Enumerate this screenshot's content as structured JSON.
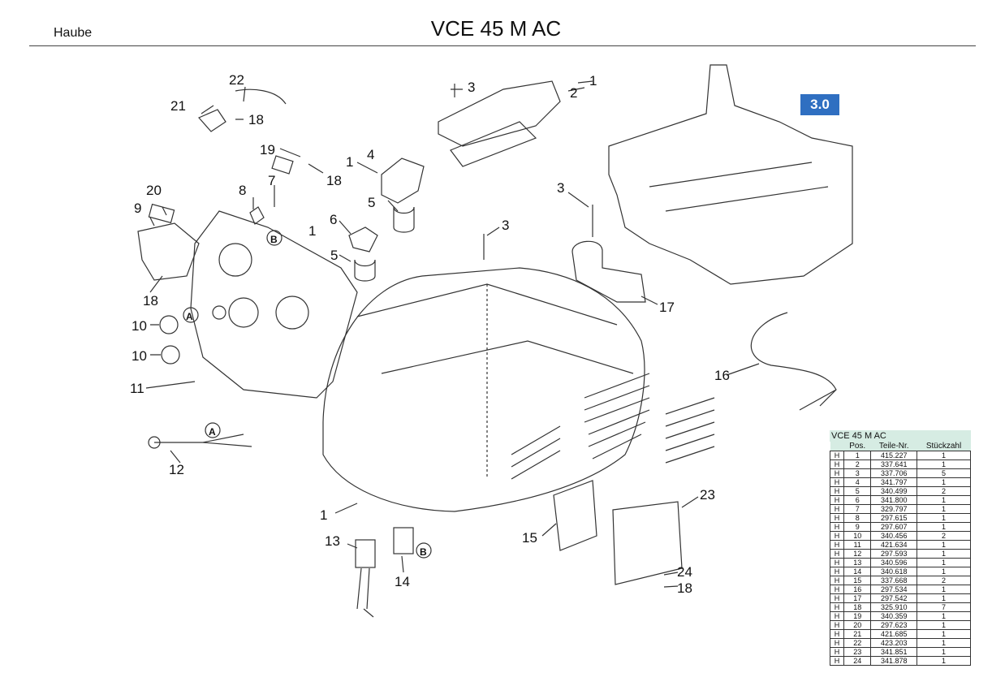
{
  "header": {
    "section": "Haube",
    "title": "VCE 45 M AC"
  },
  "diagram": {
    "badge": "3.0",
    "callouts": [
      {
        "id": "c22",
        "label": "22"
      },
      {
        "id": "c21",
        "label": "21"
      },
      {
        "id": "c18a",
        "label": "18"
      },
      {
        "id": "c19",
        "label": "19"
      },
      {
        "id": "c18b",
        "label": "18"
      },
      {
        "id": "c7",
        "label": "7"
      },
      {
        "id": "c8",
        "label": "8"
      },
      {
        "id": "c20",
        "label": "20"
      },
      {
        "id": "c9",
        "label": "9"
      },
      {
        "id": "c1a",
        "label": "1"
      },
      {
        "id": "c4",
        "label": "4"
      },
      {
        "id": "c5a",
        "label": "5"
      },
      {
        "id": "c6",
        "label": "6"
      },
      {
        "id": "c1b",
        "label": "1"
      },
      {
        "id": "c5b",
        "label": "5"
      },
      {
        "id": "c18c",
        "label": "18"
      },
      {
        "id": "c10a",
        "label": "10"
      },
      {
        "id": "c10b",
        "label": "10"
      },
      {
        "id": "c11",
        "label": "11"
      },
      {
        "id": "c12",
        "label": "12"
      },
      {
        "id": "c3a",
        "label": "3"
      },
      {
        "id": "c2",
        "label": "2"
      },
      {
        "id": "c1c",
        "label": "1"
      },
      {
        "id": "c3b",
        "label": "3"
      },
      {
        "id": "c3c",
        "label": "3"
      },
      {
        "id": "c17",
        "label": "17"
      },
      {
        "id": "c16",
        "label": "16"
      },
      {
        "id": "c1d",
        "label": "1"
      },
      {
        "id": "c13",
        "label": "13"
      },
      {
        "id": "c14",
        "label": "14"
      },
      {
        "id": "c15",
        "label": "15"
      },
      {
        "id": "c23",
        "label": "23"
      },
      {
        "id": "c24",
        "label": "24"
      },
      {
        "id": "c18d",
        "label": "18"
      }
    ],
    "markers": [
      {
        "id": "mA1",
        "label": "A"
      },
      {
        "id": "mB1",
        "label": "B"
      },
      {
        "id": "mA2",
        "label": "A"
      },
      {
        "id": "mB2",
        "label": "B"
      }
    ]
  },
  "parts_table": {
    "title": "VCE 45 M AC",
    "columns": [
      "",
      "Pos.",
      "Teile-Nr.",
      "Stückzahl"
    ],
    "rows": [
      [
        "H",
        "1",
        "415.227",
        "1"
      ],
      [
        "H",
        "2",
        "337.641",
        "1"
      ],
      [
        "H",
        "3",
        "337.706",
        "5"
      ],
      [
        "H",
        "4",
        "341.797",
        "1"
      ],
      [
        "H",
        "5",
        "340.499",
        "2"
      ],
      [
        "H",
        "6",
        "341.800",
        "1"
      ],
      [
        "H",
        "7",
        "329.797",
        "1"
      ],
      [
        "H",
        "8",
        "297.615",
        "1"
      ],
      [
        "H",
        "9",
        "297.607",
        "1"
      ],
      [
        "H",
        "10",
        "340.456",
        "2"
      ],
      [
        "H",
        "11",
        "421.634",
        "1"
      ],
      [
        "H",
        "12",
        "297.593",
        "1"
      ],
      [
        "H",
        "13",
        "340.596",
        "1"
      ],
      [
        "H",
        "14",
        "340.618",
        "1"
      ],
      [
        "H",
        "15",
        "337.668",
        "2"
      ],
      [
        "H",
        "16",
        "297.534",
        "1"
      ],
      [
        "H",
        "17",
        "297.542",
        "1"
      ],
      [
        "H",
        "18",
        "325.910",
        "7"
      ],
      [
        "H",
        "19",
        "340.359",
        "1"
      ],
      [
        "H",
        "20",
        "297.623",
        "1"
      ],
      [
        "H",
        "21",
        "421.685",
        "1"
      ],
      [
        "H",
        "22",
        "423.203",
        "1"
      ],
      [
        "H",
        "23",
        "341.851",
        "1"
      ],
      [
        "H",
        "24",
        "341.878",
        "1"
      ]
    ]
  }
}
